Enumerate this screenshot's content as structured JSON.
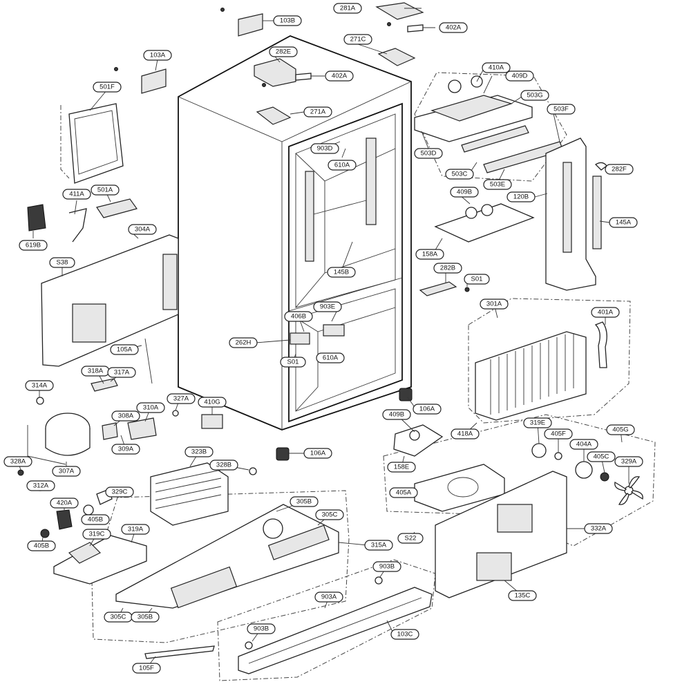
{
  "diagram": {
    "labels": {
      "lbl_103B": "103B",
      "lbl_281A": "281A",
      "lbl_402A_top": "402A",
      "lbl_103A": "103A",
      "lbl_282E": "282E",
      "lbl_271C": "271C",
      "lbl_402A": "402A",
      "lbl_410A": "410A",
      "lbl_409D": "409D",
      "lbl_501F": "501F",
      "lbl_271A": "271A",
      "lbl_503G": "503G",
      "lbl_503F": "503F",
      "lbl_903D": "903D",
      "lbl_610A_top": "610A",
      "lbl_503D": "503D",
      "lbl_503C": "503C",
      "lbl_503E": "503E",
      "lbl_282F": "282F",
      "lbl_411A": "411A",
      "lbl_501A": "501A",
      "lbl_120B": "120B",
      "lbl_409B_top": "409B",
      "lbl_145A": "145A",
      "lbl_619B": "619B",
      "lbl_304A": "304A",
      "lbl_158A": "158A",
      "lbl_S38": "S38",
      "lbl_145B": "145B",
      "lbl_282B": "282B",
      "lbl_S01_right": "S01",
      "lbl_301A": "301A",
      "lbl_903E": "903E",
      "lbl_406B": "406B",
      "lbl_401A": "401A",
      "lbl_262H": "262H",
      "lbl_105A": "105A",
      "lbl_S01": "S01",
      "lbl_610A": "610A",
      "lbl_318A": "318A",
      "lbl_317A": "317A",
      "lbl_314A": "314A",
      "lbl_327A": "327A",
      "lbl_410G": "410G",
      "lbl_310A": "310A",
      "lbl_308A": "308A",
      "lbl_409B": "409B",
      "lbl_106A_right": "106A",
      "lbl_319E": "319E",
      "lbl_418A": "418A",
      "lbl_405F": "405F",
      "lbl_405G": "405G",
      "lbl_309A": "309A",
      "lbl_323B": "323B",
      "lbl_328A": "328A",
      "lbl_106A": "106A",
      "lbl_404A": "404A",
      "lbl_328B": "328B",
      "lbl_307A": "307A",
      "lbl_158E": "158E",
      "lbl_405C": "405C",
      "lbl_329A": "329A",
      "lbl_312A": "312A",
      "lbl_329C": "329C",
      "lbl_405A": "405A",
      "lbl_420A": "420A",
      "lbl_405B_mid": "405B",
      "lbl_305B": "305B",
      "lbl_305C": "305C",
      "lbl_319A": "319A",
      "lbl_332A": "332A",
      "lbl_319C": "319C",
      "lbl_405B": "405B",
      "lbl_315A": "315A",
      "lbl_S22": "S22",
      "lbl_903B_top": "903B",
      "lbl_135C": "135C",
      "lbl_903A": "903A",
      "lbl_305C_bot": "305C",
      "lbl_305B_bot": "305B",
      "lbl_903B": "903B",
      "lbl_103C": "103C",
      "lbl_105F": "105F"
    }
  }
}
